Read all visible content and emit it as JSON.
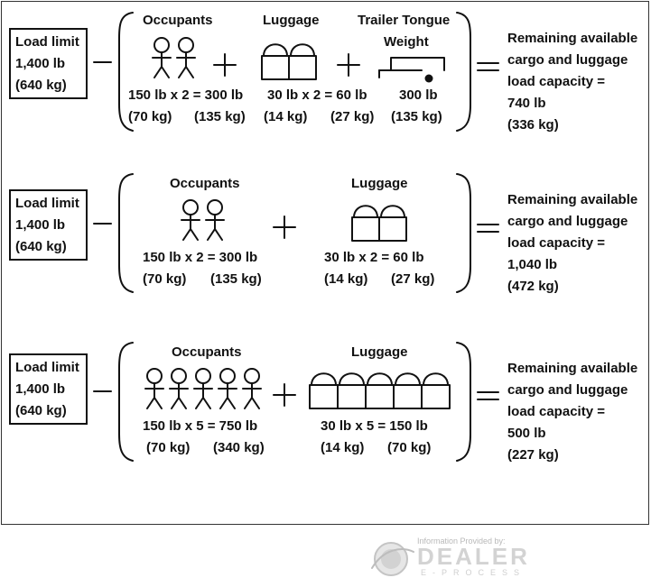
{
  "rows": [
    {
      "load_limit": {
        "label": "Load limit",
        "lb": "1,400 lb",
        "kg": "(640 kg)"
      },
      "occupants": {
        "title": "Occupants",
        "calc": "150 lb x 2 = 300 lb",
        "unit_kg": "(70 kg)",
        "total_kg": "(135 kg)",
        "count": 2
      },
      "luggage": {
        "title": "Luggage",
        "calc": "30 lb x 2 = 60 lb",
        "unit_kg": "(14 kg)",
        "total_kg": "(27 kg)",
        "count": 2
      },
      "trailer": {
        "title_line1": "Trailer Tongue",
        "title_line2": "Weight",
        "calc": "300 lb",
        "kg": "(135 kg)"
      },
      "result": {
        "line1": "Remaining available",
        "line2": "cargo and luggage",
        "line3": "load capacity =",
        "lb": "740 lb",
        "kg": "(336 kg)"
      }
    },
    {
      "load_limit": {
        "label": "Load limit",
        "lb": "1,400 lb",
        "kg": "(640 kg)"
      },
      "occupants": {
        "title": "Occupants",
        "calc": "150 lb x 2 = 300 lb",
        "unit_kg": "(70 kg)",
        "total_kg": "(135 kg)",
        "count": 2
      },
      "luggage": {
        "title": "Luggage",
        "calc": "30 lb x 2 = 60 lb",
        "unit_kg": "(14 kg)",
        "total_kg": "(27 kg)",
        "count": 2
      },
      "result": {
        "line1": "Remaining available",
        "line2": "cargo and luggage",
        "line3": "load capacity =",
        "lb": "1,040 lb",
        "kg": "(472 kg)"
      }
    },
    {
      "load_limit": {
        "label": "Load limit",
        "lb": "1,400 lb",
        "kg": "(640 kg)"
      },
      "occupants": {
        "title": "Occupants",
        "calc": "150 lb x 5 = 750 lb",
        "unit_kg": "(70 kg)",
        "total_kg": "(340 kg)",
        "count": 5
      },
      "luggage": {
        "title": "Luggage",
        "calc": "30 lb x 5 = 150 lb",
        "unit_kg": "(14 kg)",
        "total_kg": "(70 kg)",
        "count": 5
      },
      "result": {
        "line1": "Remaining available",
        "line2": "cargo and luggage",
        "line3": "load capacity =",
        "lb": "500 lb",
        "kg": "(227 kg)"
      }
    }
  ],
  "watermark": {
    "caption": "Information Provided by:",
    "brand": "DEALER",
    "sub": "E-PROCESS",
    "logo_icon": "globe-swoosh-icon"
  }
}
